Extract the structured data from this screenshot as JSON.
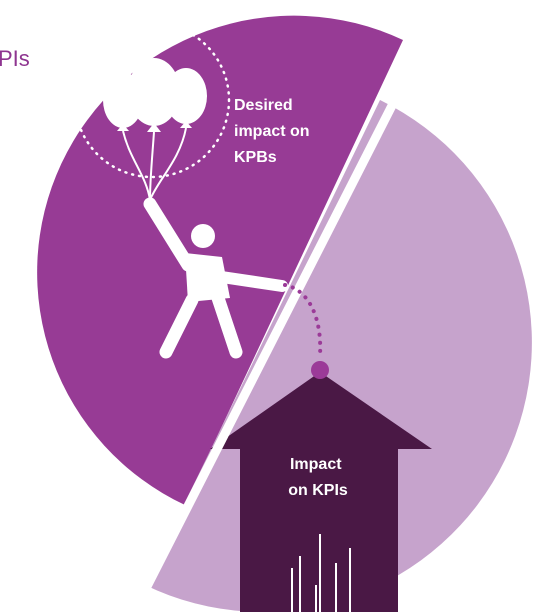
{
  "diagram": {
    "cut_off_label": "PIs",
    "balloon_label": [
      "Desired",
      "impact on",
      "KPBs"
    ],
    "arrow_label": [
      "Impact",
      "on KPIs"
    ]
  },
  "colors": {
    "dark_segment": "#973b95",
    "light_segment": "#c6a3cc",
    "arrow": "#4a1845",
    "connector_dot": "#9b3a98",
    "figure": "#ffffff"
  }
}
